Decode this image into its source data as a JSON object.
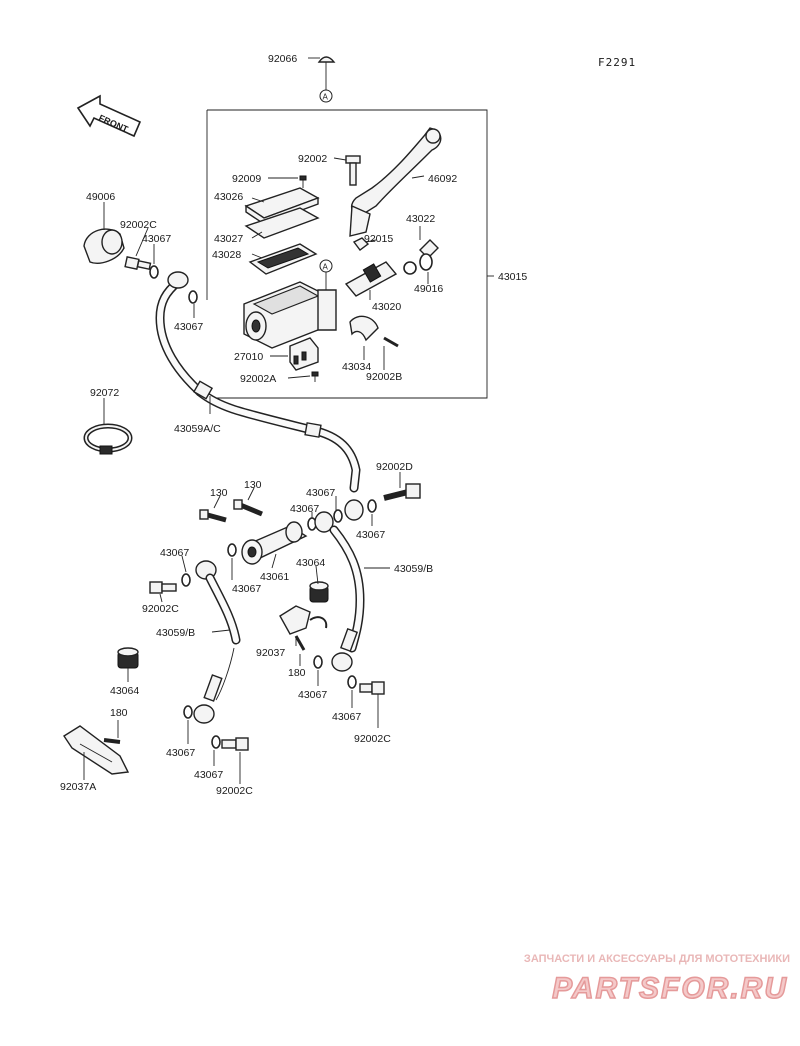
{
  "figure_code": "F2291",
  "direction_label": "FRONT",
  "callout_letter": "A",
  "labels": {
    "l_92066": "92066",
    "l_92002": "92002",
    "l_46092": "46092",
    "l_92009": "92009",
    "l_43026": "43026",
    "l_43022": "43022",
    "l_43027": "43027",
    "l_92015": "92015",
    "l_43028": "43028",
    "l_49016": "49016",
    "l_43015": "43015",
    "l_43020": "43020",
    "l_27010": "27010",
    "l_43034": "43034",
    "l_92002B": "92002B",
    "l_92002A": "92002A",
    "l_49006": "49006",
    "l_92002C_a": "92002C",
    "l_43067_a": "43067",
    "l_43067_b": "43067",
    "l_92072": "92072",
    "l_43059AC": "43059A/C",
    "l_92002D": "92002D",
    "l_130_a": "130",
    "l_130_b": "130",
    "l_43067_c": "43067",
    "l_43067_d": "43067",
    "l_43067_e": "43067",
    "l_43067_f": "43067",
    "l_43064_a": "43064",
    "l_43059B_a": "43059/B",
    "l_43061": "43061",
    "l_43067_g": "43067",
    "l_92002C_b": "92002C",
    "l_43059B_b": "43059/B",
    "l_92037": "92037",
    "l_180_a": "180",
    "l_43067_h": "43067",
    "l_43067_i": "43067",
    "l_92002C_c": "92002C",
    "l_43064_b": "43064",
    "l_180_b": "180",
    "l_43067_j": "43067",
    "l_43067_k": "43067",
    "l_92002C_d": "92002C",
    "l_92037A": "92037A"
  },
  "watermark": {
    "top_text": "ЗАПЧАСТИ И АКСЕССУАРЫ ДЛЯ МОТОТЕХНИКИ",
    "brand": "PARTSFOR.RU"
  }
}
